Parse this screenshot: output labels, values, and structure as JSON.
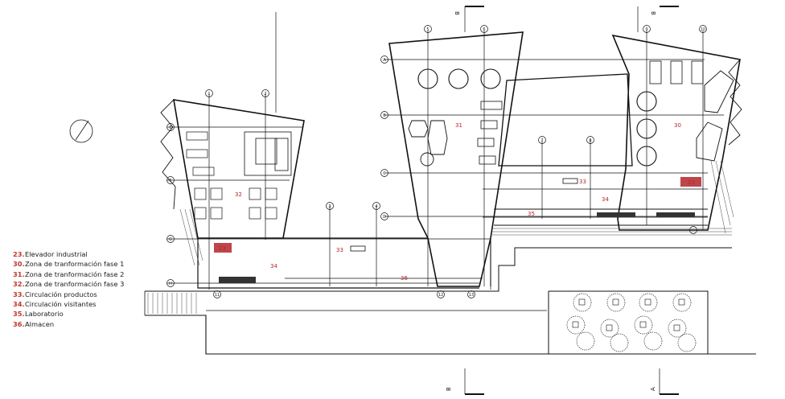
{
  "legend": [
    {
      "num": "23.",
      "text": "Elevador industrial"
    },
    {
      "num": "30.",
      "text": "Zona de tranformación fase 1"
    },
    {
      "num": "31.",
      "text": "Zona de tranformación fase 2"
    },
    {
      "num": "32.",
      "text": "Zona de tranformación fase 3"
    },
    {
      "num": "33.",
      "text": "Circulación productos"
    },
    {
      "num": "34.",
      "text": "Circulación visitantes"
    },
    {
      "num": "35.",
      "text": "Laboratorio"
    },
    {
      "num": "36.",
      "text": "Almacen"
    }
  ],
  "zone_labels": {
    "z32": "32",
    "z31": "31",
    "z30": "30",
    "z33a": "33",
    "z33b": "33",
    "z34a": "34",
    "z34b": "34",
    "z35": "35",
    "z36": "36",
    "z23a": "23",
    "z23b": "23"
  },
  "section_marks": {
    "b_top_left": "B",
    "b_top_right": "B",
    "b_bottom": "B",
    "a_bottom": "A"
  },
  "axis_labels": {
    "row_a": "A",
    "row_b": "B",
    "row_c": "C",
    "row_d": "D",
    "left_e": "E",
    "left_f": "F",
    "left_g": "G",
    "left_h": "H",
    "col_1": "1",
    "col_2": "2",
    "col_3": "3",
    "col_4": "4",
    "col_5": "5",
    "col_6": "6",
    "col_7": "7",
    "col_8": "8",
    "col_9": "9",
    "col_10": "10",
    "col_11": "11",
    "col_12": "12",
    "col_13": "13"
  },
  "icons": [
    "north-arrow-icon",
    "tank-icon",
    "machine-icon",
    "forklift-icon",
    "tree-icon"
  ]
}
